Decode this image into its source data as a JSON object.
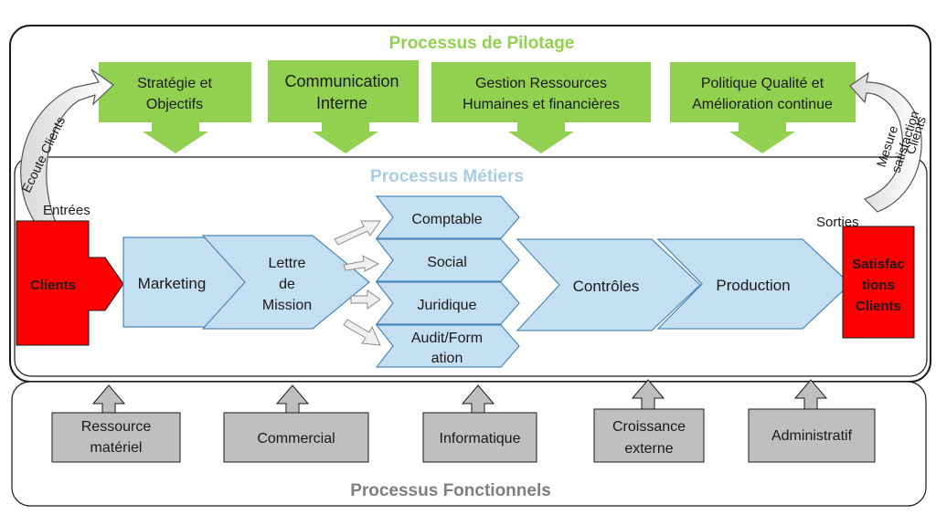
{
  "colors": {
    "green": "#92d050",
    "blue_fill": "#c5dff2",
    "blue_stroke": "#4a86b8",
    "blue_title": "#a9cce8",
    "red": "#ff0000",
    "gray": "#bfbfbf",
    "gray_title": "#7f7f7f",
    "green_title": "#92d050"
  },
  "pilotage": {
    "title": "Processus de Pilotage",
    "boxes": [
      {
        "line1": "Stratégie et",
        "line2": "Objectifs"
      },
      {
        "line1": "Communication",
        "line2": "Interne"
      },
      {
        "line1": "Gestion Ressources",
        "line2": "Humaines et financières"
      },
      {
        "line1": "Politique Qualité et",
        "line2": "Amélioration continue"
      }
    ]
  },
  "metiers": {
    "title": "Processus Métiers",
    "entrees_label": "Entrées",
    "sorties_label": "Sorties",
    "clients": "Clients",
    "satisfaction": {
      "line1": "Satisfac",
      "line2": "tions",
      "line3": "Clients"
    },
    "marketing": "Marketing",
    "lettre": {
      "line1": "Lettre",
      "line2": "de",
      "line3": "Mission"
    },
    "branches": [
      {
        "line1": "Comptable"
      },
      {
        "line1": "Social"
      },
      {
        "line1": "Juridique"
      },
      {
        "line1": "Audit/Form",
        "line2": "ation"
      }
    ],
    "controles": "Contrôles",
    "production": "Production"
  },
  "feedback": {
    "ecoute": "Ecoute Clients",
    "mesure_line1": "Mesure",
    "mesure_line2": "satisfaction",
    "mesure_line3": "Clients"
  },
  "fonctionnels": {
    "title": "Processus Fonctionnels",
    "boxes": [
      {
        "line1": "Ressource",
        "line2": "matériel"
      },
      {
        "line1": "Commercial"
      },
      {
        "line1": "Informatique"
      },
      {
        "line1": "Croissance",
        "line2": "externe"
      },
      {
        "line1": "Administratif"
      }
    ]
  }
}
